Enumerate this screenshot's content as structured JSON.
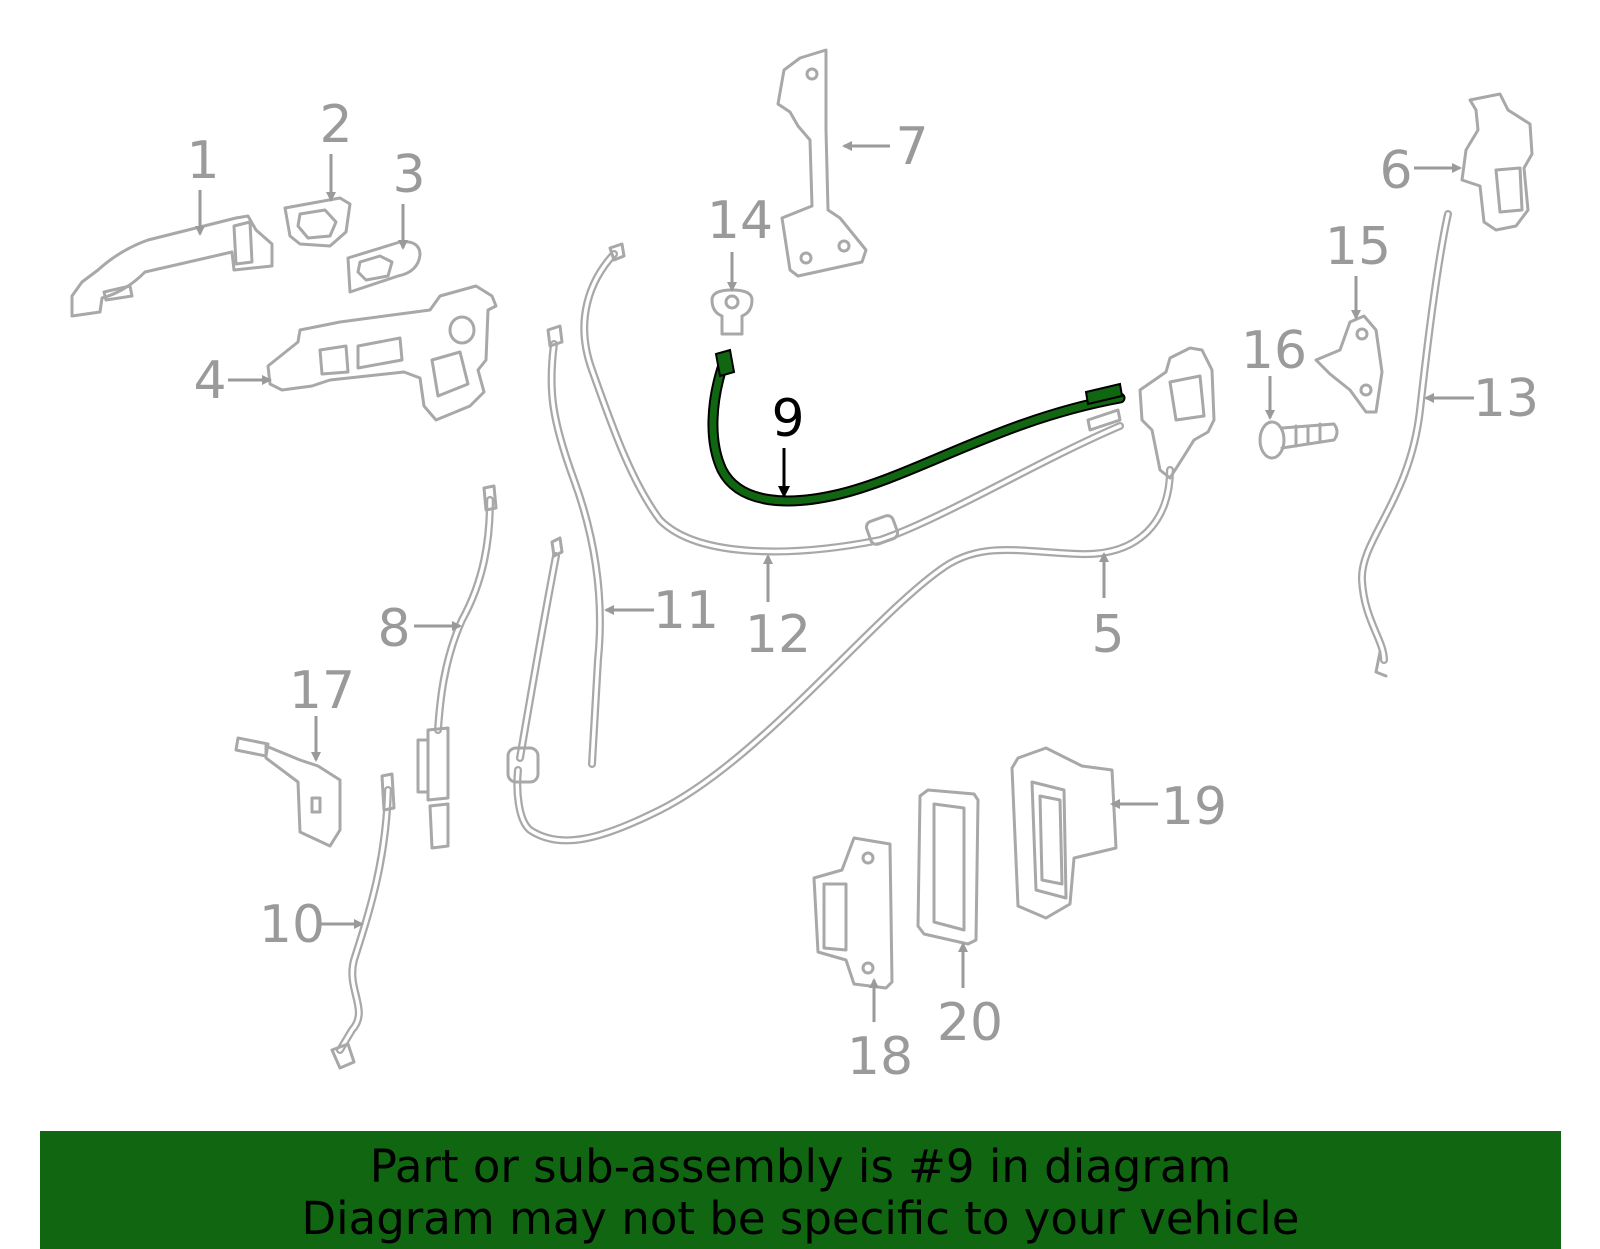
{
  "diagram": {
    "highlighted_part": "9",
    "callouts": [
      "1",
      "2",
      "3",
      "4",
      "5",
      "6",
      "7",
      "8",
      "9",
      "10",
      "11",
      "12",
      "13",
      "14",
      "15",
      "16",
      "17",
      "18",
      "19",
      "20"
    ]
  },
  "banner": {
    "line1": "Part or sub-assembly is #9 in diagram",
    "line2": "Diagram may not be specific to your vehicle",
    "background_color": "#116611"
  },
  "colors": {
    "parts": "#a8a8a8",
    "highlight": "#116611"
  }
}
